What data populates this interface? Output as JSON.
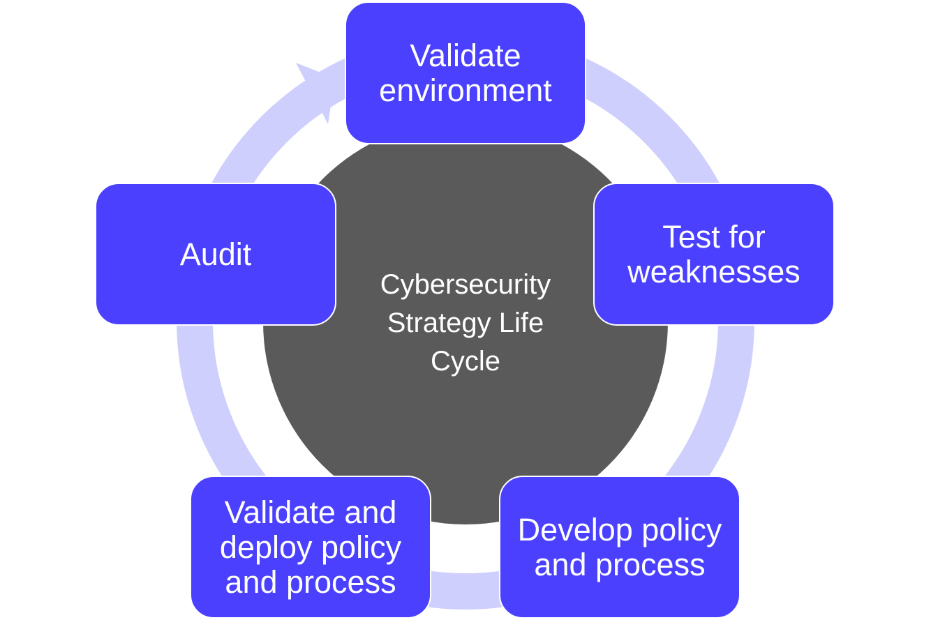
{
  "center": {
    "label": "Cybersecurity Strategy Life Cycle"
  },
  "stages": [
    {
      "id": "validate-environment",
      "label": "Validate environment"
    },
    {
      "id": "test-for-weaknesses",
      "label": "Test for weaknesses"
    },
    {
      "id": "develop-policy-and-process",
      "label": "Develop policy and process"
    },
    {
      "id": "validate-and-deploy-policy-and-process",
      "label": "Validate and deploy policy and process"
    },
    {
      "id": "audit",
      "label": "Audit"
    }
  ],
  "colors": {
    "stage_fill": "#4a40fe",
    "ring_color": "#cfcffd",
    "center_fill": "#5a5a5a",
    "text_color": "#ffffff"
  }
}
